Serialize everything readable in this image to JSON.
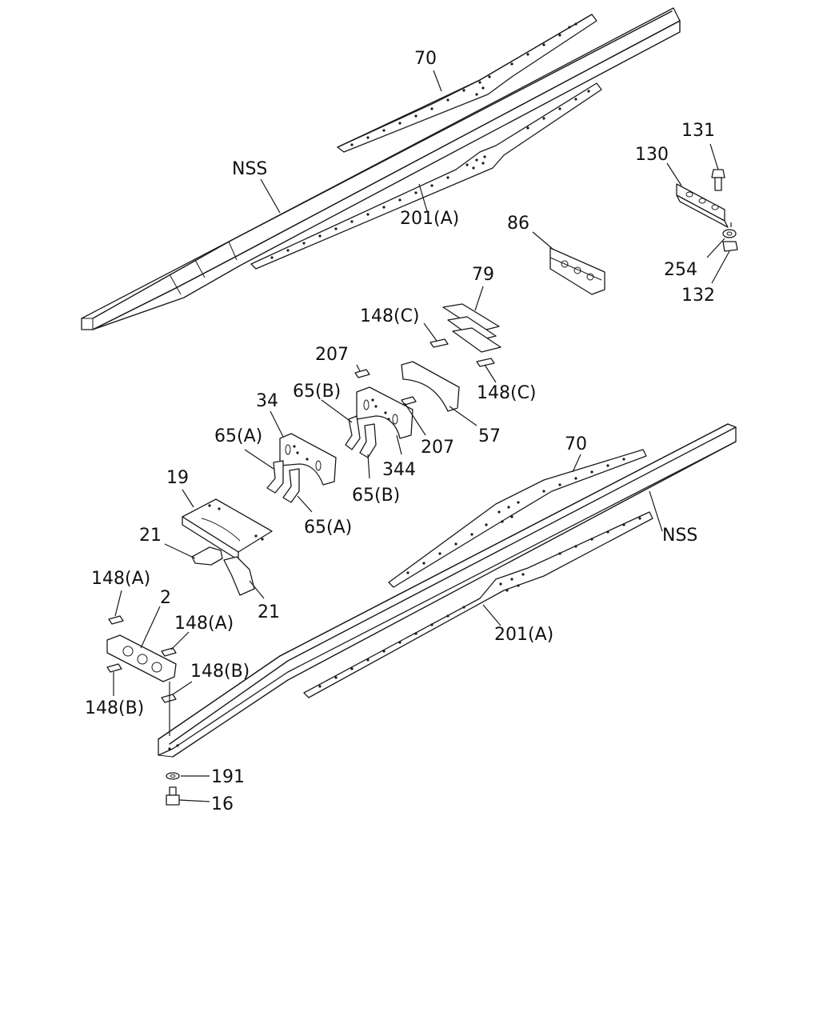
{
  "labels": {
    "upper_reinforcement_top": "70",
    "upper_frame": "NSS",
    "upper_reinforcement_bottom": "201(A)",
    "bolt_top": "131",
    "bracket_top_right": "130",
    "washer_top": "254",
    "nut_top": "132",
    "crossmember_86": "86",
    "plate_79": "79",
    "shim_148c_top": "148(C)",
    "shim_148c_right": "148(C)",
    "shim_207_top": "207",
    "shim_207_right": "207",
    "crossmember_57": "57",
    "crossmember_344": "344",
    "crossmember_34": "34",
    "gusset_65b_top": "65(B)",
    "gusset_65b_bottom": "65(B)",
    "gusset_65a_top": "65(A)",
    "gusset_65a_bottom": "65(A)",
    "crossmember_19": "19",
    "bracket_21_left": "21",
    "bracket_21_right": "21",
    "shim_148a_top": "148(A)",
    "shim_148a_right": "148(A)",
    "crossmember_2": "2",
    "shim_148b_right": "148(B)",
    "shim_148b_left": "148(B)",
    "lower_reinforcement_top": "70",
    "lower_frame": "NSS",
    "lower_reinforcement_bottom": "201(A)",
    "washer_191": "191",
    "bolt_16": "16"
  }
}
